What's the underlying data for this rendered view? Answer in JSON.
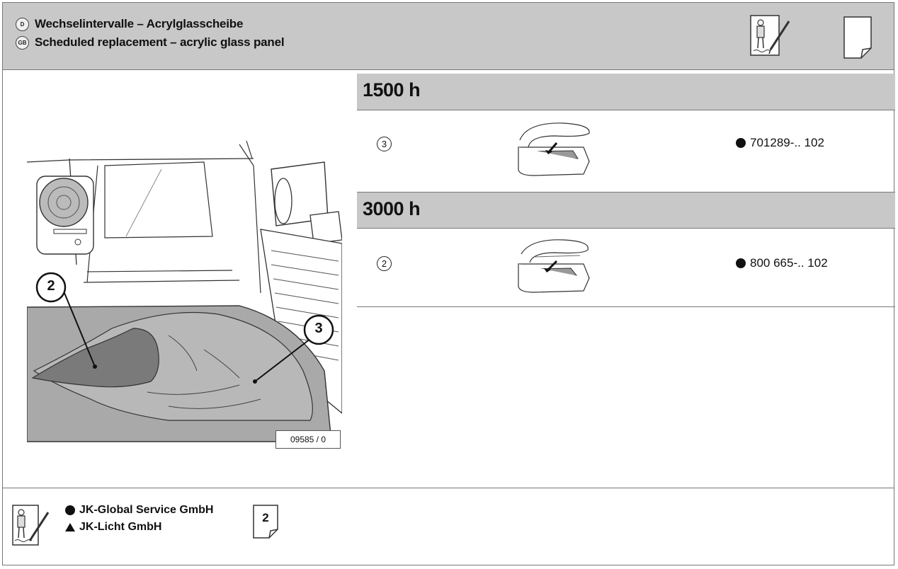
{
  "header": {
    "lang_de_code": "D",
    "lang_de_title": "Wechselintervalle – Acrylglasscheibe",
    "lang_gb_code": "GB",
    "lang_gb_title": "Scheduled replacement – acrylic glass panel"
  },
  "intervals": [
    {
      "hours": "1500 h",
      "position": "3",
      "part_number": "701289-.. 102"
    },
    {
      "hours": "3000 h",
      "position": "2",
      "part_number": "800 665-.. 102"
    }
  ],
  "figure": {
    "callout_a": "2",
    "callout_b": "3",
    "figure_id": "09585 / 0"
  },
  "footer": {
    "legend_circle": "JK-Global Service GmbH",
    "legend_triangle": "JK-Licht GmbH",
    "page_number": "2"
  },
  "icons": {
    "technician": "technician-document-icon",
    "page": "page-icon"
  }
}
